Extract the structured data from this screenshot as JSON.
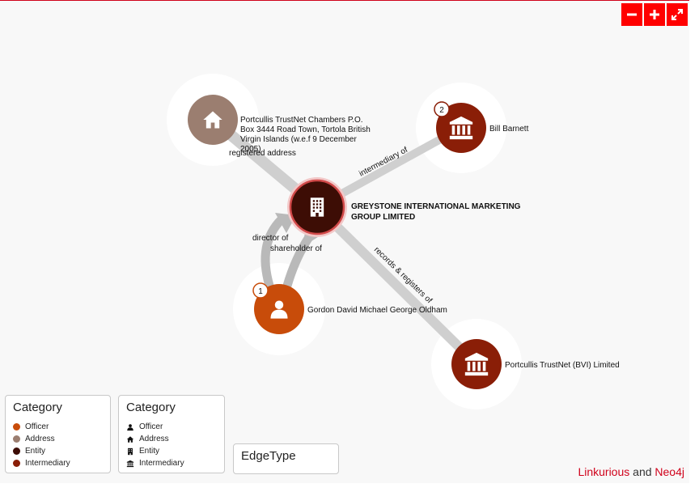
{
  "colors": {
    "officer": "#c84c0a",
    "address": "#9b7e70",
    "entity": "#3d0d05",
    "intermediary": "#8a1e07",
    "accent": "#ff0000",
    "edge": "#cccccc"
  },
  "controls": [
    {
      "name": "zoom-out-button",
      "icon": "minus-icon"
    },
    {
      "name": "zoom-in-button",
      "icon": "plus-icon"
    },
    {
      "name": "fullscreen-button",
      "icon": "expand-icon"
    }
  ],
  "nodes": {
    "address": {
      "label_lines": [
        "Portcullis TrustNet Chambers P.O.",
        "Box 3444 Road Town, Tortola British",
        "Virgin Islands (w.e.f 9 December",
        "2005)"
      ],
      "icon": "home-icon"
    },
    "bill": {
      "label": "Bill Barnett",
      "badge": "2",
      "icon": "bank-icon"
    },
    "entity": {
      "label_lines": [
        "GREYSTONE INTERNATIONAL MARKETING",
        "GROUP LIMITED"
      ],
      "icon": "building-icon"
    },
    "officer": {
      "label": "Gordon David Michael George Oldham",
      "badge": "1",
      "icon": "person-icon"
    },
    "portcullis": {
      "label": "Portcullis TrustNet (BVI) Limited",
      "icon": "bank-icon"
    }
  },
  "edges": {
    "registered_address": "registered address",
    "intermediary_of": "intermediary of",
    "director_of": "director of",
    "shareholder_of": "shareholder of",
    "records_registers": "records & registers of"
  },
  "legend_color": {
    "title": "Category",
    "items": [
      {
        "label": "Officer",
        "color": "#c84c0a"
      },
      {
        "label": "Address",
        "color": "#9b7e70"
      },
      {
        "label": "Entity",
        "color": "#3d0d05"
      },
      {
        "label": "Intermediary",
        "color": "#8a1e07"
      }
    ]
  },
  "legend_icon": {
    "title": "Category",
    "items": [
      {
        "label": "Officer",
        "icon": "person-icon"
      },
      {
        "label": "Address",
        "icon": "home-icon"
      },
      {
        "label": "Entity",
        "icon": "building-icon"
      },
      {
        "label": "Intermediary",
        "icon": "bank-icon"
      }
    ]
  },
  "legend_edge": {
    "title": "EdgeType"
  },
  "credits": {
    "part1": "Linkurious",
    "part2": " and ",
    "part3": "Neo4j"
  }
}
